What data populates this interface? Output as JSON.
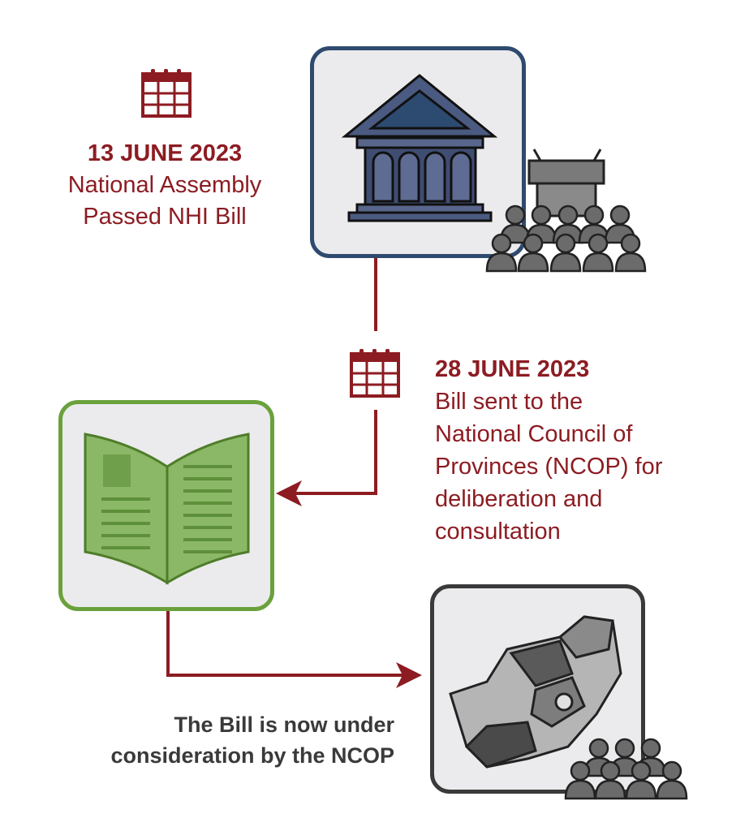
{
  "steps": [
    {
      "date": "13 JUNE 2023",
      "lines": [
        "National Assembly",
        "Passed NHI Bill"
      ]
    },
    {
      "date": "28 JUNE 2023",
      "lines": [
        "Bill sent to the",
        "National Council of",
        "Provinces (NCOP) for",
        "deliberation and",
        "consultation"
      ]
    }
  ],
  "status": {
    "lines": [
      "The Bill is now under",
      "consideration by the NCOP"
    ]
  },
  "colors": {
    "accent": "#8c1c22",
    "assembly_border": "#2e4a6e",
    "bill_border": "#6aa13c",
    "map_border": "#3a3a3a",
    "box_fill": "#ebebed"
  }
}
